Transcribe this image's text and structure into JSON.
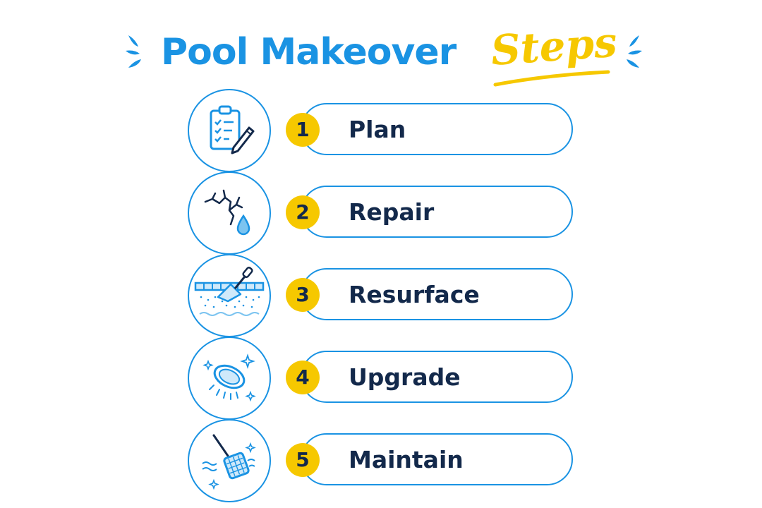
{
  "title": {
    "main": "Pool Makeover",
    "accent": "Steps"
  },
  "colors": {
    "primary_blue": "#1a93e3",
    "accent_yellow": "#f6c800",
    "text_navy": "#13294b"
  },
  "steps": [
    {
      "number": "1",
      "label": "Plan",
      "icon": "clipboard-pencil-icon"
    },
    {
      "number": "2",
      "label": "Repair",
      "icon": "crack-water-drop-icon"
    },
    {
      "number": "3",
      "label": "Resurface",
      "icon": "trowel-surface-icon"
    },
    {
      "number": "4",
      "label": "Upgrade",
      "icon": "pool-light-icon"
    },
    {
      "number": "5",
      "label": "Maintain",
      "icon": "skimmer-net-icon"
    }
  ]
}
